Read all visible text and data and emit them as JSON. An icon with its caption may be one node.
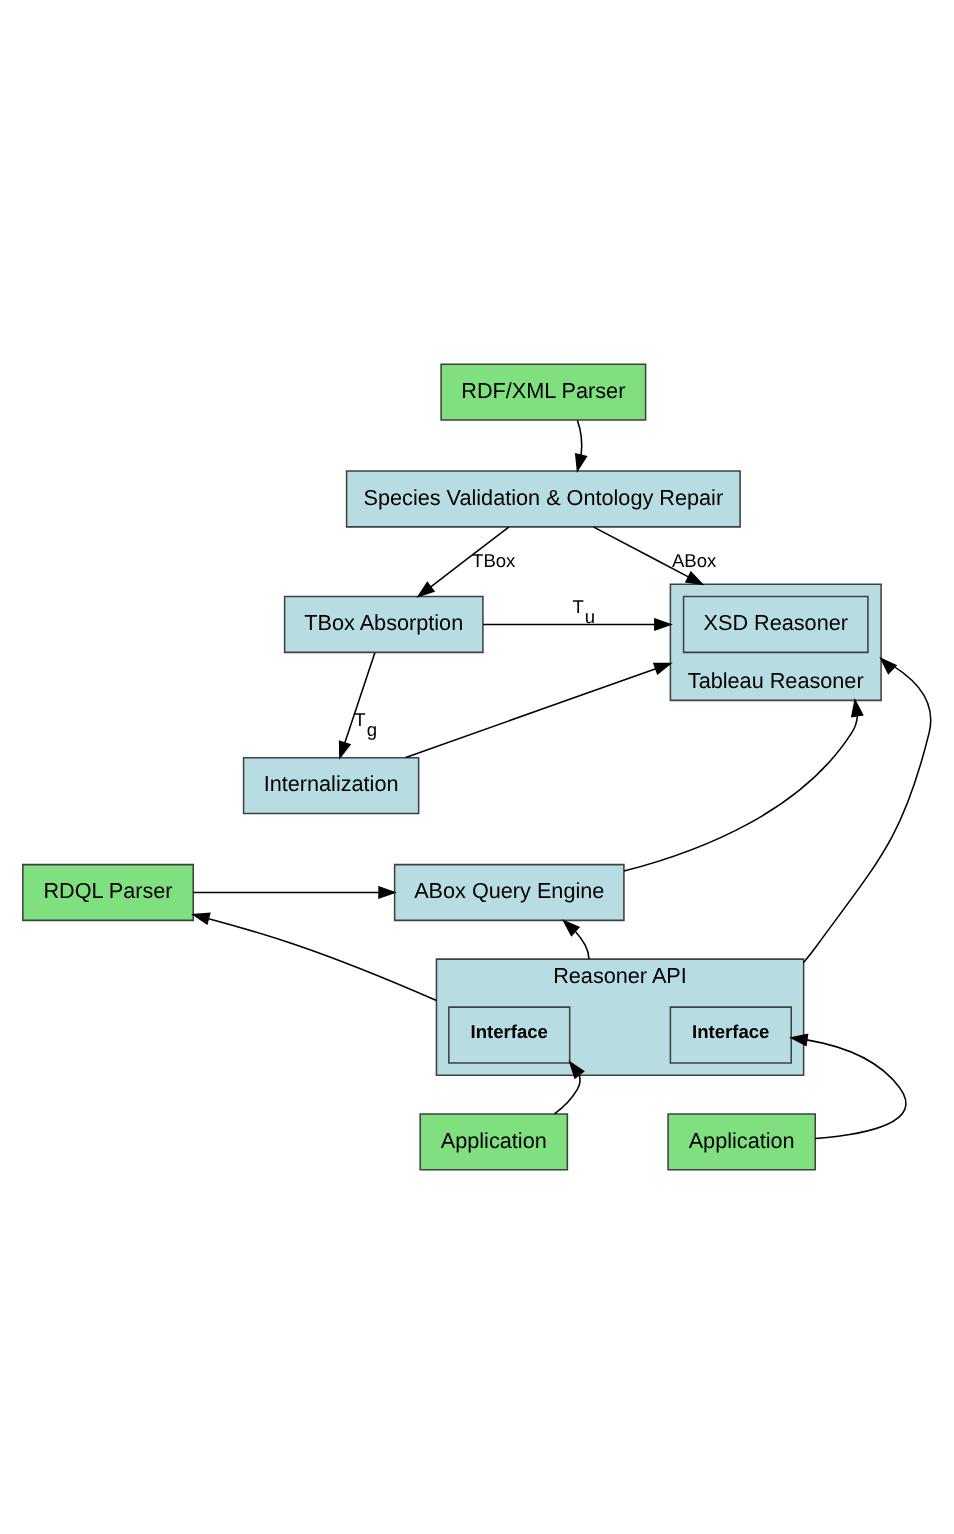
{
  "diagram": {
    "nodes": [
      {
        "text": [
          "RDF/XML Parser"
        ]
      },
      {
        "text": [
          "Species Validation & Ontology Repair"
        ]
      },
      {
        "text": [
          "TBox Absorption"
        ]
      },
      {
        "text": [
          "Internalization"
        ]
      },
      {
        "text": [
          "Tableau Reasoner"
        ]
      },
      {
        "text": [
          "XSD Reasoner"
        ],
        "in": 4
      },
      {
        "text": [
          "RDQL Parser"
        ]
      },
      {
        "text": [
          "ABox Query Engine"
        ]
      },
      {
        "text": [
          "Reasoner API"
        ]
      },
      {
        "text": [
          "Interface"
        ],
        "in": 8
      },
      {
        "text": [
          "Interface"
        ],
        "in": 8
      },
      {
        "text": [
          "Application"
        ]
      },
      {
        "text": [
          "Application"
        ]
      }
    ],
    "edges": [
      {
        "from": 0,
        "to": 1,
        "arrow": "to"
      },
      {
        "from": 1,
        "to": 2,
        "arrow": "to",
        "label": "TBox"
      },
      {
        "from": 1,
        "to": 4,
        "arrow": "to",
        "label": "ABox"
      },
      {
        "from": 2,
        "to": 4,
        "arrow": "to",
        "label": "T$_{u}$"
      },
      {
        "from": 2,
        "to": 3,
        "arrow": "to",
        "label": "T$_{g}$"
      },
      {
        "from": 3,
        "to": 4,
        "arrow": "to"
      },
      {
        "from": 7,
        "to": 4,
        "arrow": "to"
      },
      {
        "from": 6,
        "to": 7,
        "arrow": "to"
      },
      {
        "from": 8,
        "to": 6,
        "arrow": "to"
      },
      {
        "from": 8,
        "to": 7,
        "arrow": "to"
      },
      {
        "from": 8,
        "to": 4,
        "arrow": "to"
      },
      {
        "from": 11,
        "to": 9,
        "arrow": "to"
      },
      {
        "from": 12,
        "to": 10,
        "arrow": "to"
      }
    ]
  }
}
